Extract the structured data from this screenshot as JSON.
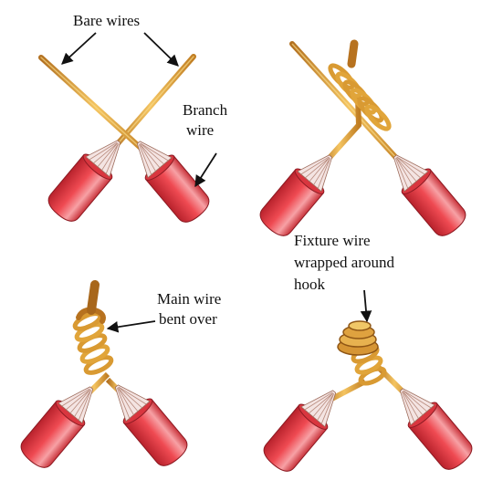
{
  "labels": {
    "bare_wires": "Bare wires",
    "branch_wire_line1": "Branch",
    "branch_wire_line2": "wire",
    "main_wire_line1": "Main wire",
    "main_wire_line2": "bent over",
    "fixture_line1": "Fixture wire",
    "fixture_line2": "wrapped around",
    "fixture_line3": "hook"
  },
  "colors": {
    "copper": "#e0a63a",
    "copper_dark": "#a86a1a",
    "copper_light": "#f6d37a",
    "insulation": "#e23a44",
    "insulation_dark": "#a5202a",
    "insulation_light": "#f7b3b6",
    "strands": "#f5e6e6",
    "arrow": "#111111"
  }
}
